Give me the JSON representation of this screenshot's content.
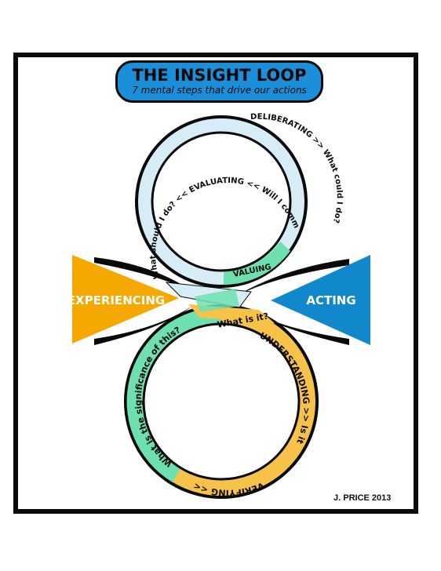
{
  "title": {
    "main": "THE INSIGHT LOOP",
    "subtitle": "7 mental steps that drive our actions"
  },
  "side_labels": {
    "left": "EXPERIENCING",
    "right": "ACTING"
  },
  "upper_loop_text": {
    "arc": "What should I do? << EVALUATING << Will I commit? DECIDING",
    "right_arc": "DELIBERATING >> What could I do?",
    "bottom": "VALUING"
  },
  "lower_loop_text": {
    "top": "What is it?",
    "right_arc": "UNDERSTANDING >> Is it so?",
    "bottom_arc": "VERIFYING <<",
    "left_arc": "What is the significance of this?"
  },
  "credit": "J. PRICE 2013",
  "colors": {
    "title_bg": "#1b8fd9",
    "experiencing": "#f5a800",
    "acting": "#1188cc",
    "upper_ring": "#d6ecf7",
    "lower_ring_orange": "#f7c24a",
    "green": "#6ee0b0",
    "outline": "#0a0a0a"
  }
}
